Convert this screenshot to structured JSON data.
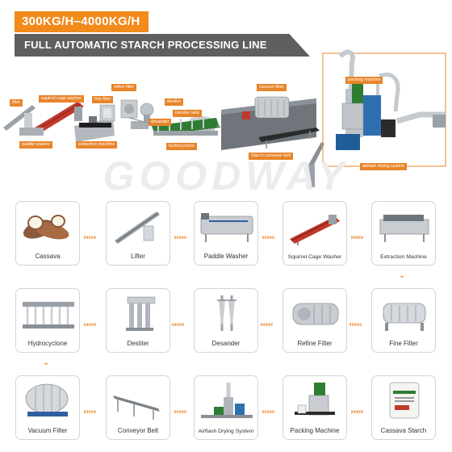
{
  "header": {
    "capacity": "300KG/H–4000KG/H",
    "title": "FULL AUTOMATIC STARCH PROCESSING LINE"
  },
  "overview_labels": {
    "lifter": "lifter",
    "squirrel_cage_washer": "squirrel cage washer",
    "paddle_washer": "paddle washer",
    "fine_filter": "fine filter",
    "refine_filter": "refine filter",
    "extraction_machine": "extraction machine",
    "desilter": "desilter",
    "desander": "desander",
    "transfer_tank": "transfer tank",
    "hydrocyclone": "hydrocyclone",
    "vacuum_filter": "vacuum filter",
    "starch_conveyor_belt": "Starch conveyor belt",
    "packing_machine": "packing machine",
    "airflash_drying_system": "airflash drying system"
  },
  "watermark": "GOODWAY",
  "steps": [
    {
      "label": "Cassava",
      "icon": "cassava-icon"
    },
    {
      "label": "Lifter",
      "icon": "lifter-icon"
    },
    {
      "label": "Paddle Washer",
      "icon": "paddle-washer-icon"
    },
    {
      "label": "Squirrel Cage Washer",
      "icon": "squirrel-cage-washer-icon"
    },
    {
      "label": "Extraction Machine",
      "icon": "extraction-machine-icon"
    },
    {
      "label": "Fine Filter",
      "icon": "fine-filter-icon"
    },
    {
      "label": "Refine Filter",
      "icon": "refine-filter-icon"
    },
    {
      "label": "Desander",
      "icon": "desander-icon"
    },
    {
      "label": "Desliter",
      "icon": "desilter-icon"
    },
    {
      "label": "Hydrocyclone",
      "icon": "hydrocyclone-icon"
    },
    {
      "label": "Vacuum Filter",
      "icon": "vacuum-filter-icon"
    },
    {
      "label": "Conveyor Belt",
      "icon": "conveyor-belt-icon"
    },
    {
      "label": "Airflash Drying System",
      "icon": "airflash-drying-icon"
    },
    {
      "label": "Packing Machine",
      "icon": "packing-machine-icon"
    },
    {
      "label": "Cassava Starch",
      "icon": "starch-bag-icon"
    }
  ],
  "colors": {
    "accent_orange": "#f28a1c",
    "title_grey": "#5f5f5f",
    "card_border": "#d4d4d4",
    "machine_red": "#c0392b",
    "machine_green": "#2e7d32",
    "steel": "#b9bec4"
  }
}
